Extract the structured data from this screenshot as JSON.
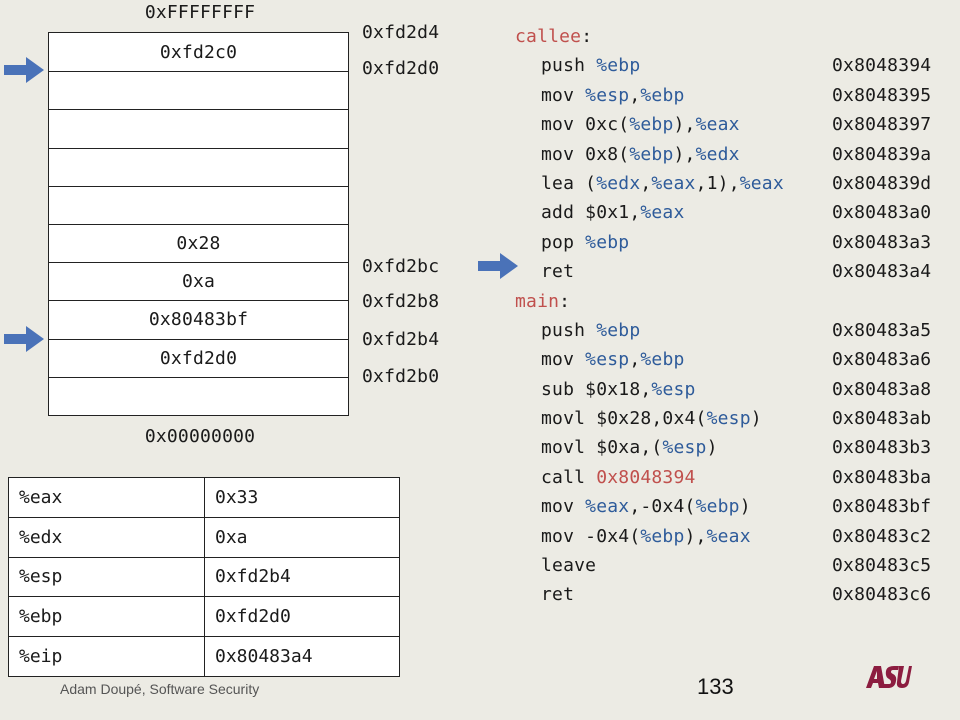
{
  "stack": {
    "top_label": "0xFFFFFFFF",
    "bottom_label": "0x00000000",
    "cells": [
      "0xfd2c0",
      "",
      "",
      "",
      "",
      "0x28",
      "0xa",
      "0x80483bf",
      "0xfd2d0",
      ""
    ],
    "addresses": [
      "0xfd2d4",
      "0xfd2d0",
      "0xfd2bc",
      "0xfd2b8",
      "0xfd2b4",
      "0xfd2b0"
    ]
  },
  "registers": [
    {
      "name": "%eax",
      "value": "0x33"
    },
    {
      "name": "%edx",
      "value": "0xa"
    },
    {
      "name": "%esp",
      "value": "0xfd2b4"
    },
    {
      "name": "%ebp",
      "value": "0xfd2d0"
    },
    {
      "name": "%eip",
      "value": "0x80483a4"
    }
  ],
  "code": {
    "callee_label": "callee",
    "main_label": "main",
    "colon": ":",
    "callee": [
      {
        "op": "push",
        "parts": [
          "%ebp"
        ],
        "addr": "0x8048394"
      },
      {
        "op": "mov",
        "parts": [
          "%esp",
          ",",
          "%ebp"
        ],
        "addr": "0x8048395"
      },
      {
        "op": "mov",
        "parts": [
          "0xc(",
          "%ebp",
          "),",
          "%eax"
        ],
        "addr": "0x8048397"
      },
      {
        "op": "mov",
        "parts": [
          "0x8(",
          "%ebp",
          "),",
          "%edx"
        ],
        "addr": "0x804839a"
      },
      {
        "op": "lea",
        "parts": [
          "(",
          "%edx",
          ",",
          "%eax",
          ",1),",
          "%eax"
        ],
        "addr": "0x804839d"
      },
      {
        "op": "add",
        "parts": [
          "$0x1,",
          "%eax"
        ],
        "addr": "0x80483a0"
      },
      {
        "op": "pop",
        "parts": [
          "%ebp"
        ],
        "addr": "0x80483a3"
      },
      {
        "op": "ret",
        "parts": [],
        "addr": "0x80483a4"
      }
    ],
    "main": [
      {
        "op": "push",
        "parts": [
          "%ebp"
        ],
        "addr": "0x80483a5"
      },
      {
        "op": "mov",
        "parts": [
          "%esp",
          ",",
          "%ebp"
        ],
        "addr": "0x80483a6"
      },
      {
        "op": "sub",
        "parts": [
          "$0x18,",
          "%esp"
        ],
        "addr": "0x80483a8"
      },
      {
        "op": "movl",
        "parts": [
          "$0x28,0x4(",
          "%esp",
          ")"
        ],
        "addr": "0x80483ab"
      },
      {
        "op": "movl",
        "parts": [
          "$0xa,(",
          "%esp",
          ")"
        ],
        "addr": "0x80483b3"
      },
      {
        "op": "call",
        "parts": [
          "0x8048394"
        ],
        "call_target": true,
        "addr": "0x80483ba"
      },
      {
        "op": "mov",
        "parts": [
          "%eax",
          ",-0x4(",
          "%ebp",
          ")"
        ],
        "addr": "0x80483bf"
      },
      {
        "op": "mov",
        "parts": [
          "-0x4(",
          "%ebp",
          "),",
          "%eax"
        ],
        "addr": "0x80483c2"
      },
      {
        "op": "leave",
        "parts": [],
        "addr": "0x80483c5"
      },
      {
        "op": "ret",
        "parts": [],
        "addr": "0x80483c6"
      }
    ]
  },
  "colors": {
    "register": "#2e5b9a",
    "label": "#c0504d",
    "arrow": "#4a72b8",
    "logo": "#8c1d40"
  },
  "footer": {
    "author": "Adam Doupé, Software Security",
    "slide_number": "133"
  },
  "logo": {
    "text": "ASU"
  }
}
